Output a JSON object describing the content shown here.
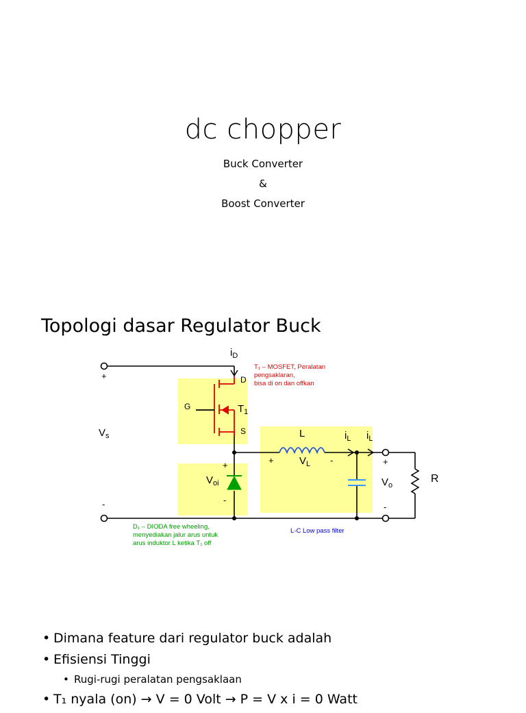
{
  "slide1": {
    "title": "dc chopper",
    "subtitle_lines": [
      "Buck Converter",
      "&",
      "Boost Converter"
    ]
  },
  "slide2": {
    "title": "Topologi dasar Regulator Buck",
    "diagram": {
      "label_iD": "i",
      "label_iD_sub": "D",
      "label_plus_in": "+",
      "label_minus_in": "-",
      "label_Vs": "V",
      "label_Vs_sub": "s",
      "label_D": "D",
      "label_G": "G",
      "label_S": "S",
      "label_T1": "T",
      "label_T1_sub": "1",
      "note_mosfet_1": "T₁ – MOSFET, Peralatan",
      "note_mosfet_2": "pengsaklaran,",
      "note_mosfet_3": "bisa di on dan offkan",
      "label_L": "L",
      "label_iL1": "i",
      "label_iL2": "i",
      "label_iL_sub": "L",
      "label_VL": "V",
      "label_VL_sub": "L",
      "label_VL_plus": "+",
      "label_VL_minus": "-",
      "label_Voi": "V",
      "label_Voi_sub": "oi",
      "label_Voi_plus": "+",
      "label_Voi_minus": "-",
      "label_Vo": "V",
      "label_Vo_sub": "o",
      "label_Vo_plus": "+",
      "label_Vo_minus": "-",
      "label_R": "R",
      "note_diode_1": "D₁ – DIODA free wheeling,",
      "note_diode_2": "menyediakan jalur arus untuk",
      "note_diode_3": "arus induktor L ketika T₁ off",
      "note_filter": "L-C Low pass filter",
      "colors": {
        "highlight": "#ffff99",
        "mosfet": "#e00000",
        "diode": "#00a000",
        "inductor": "#2255dd",
        "cap": "#3399ff",
        "note_red": "#e00000",
        "note_green": "#009900",
        "note_blue": "#0000cc"
      }
    },
    "bullets": [
      {
        "text": "Dimana feature dari regulator buck adalah",
        "level": 1
      },
      {
        "text": "Efisiensi Tinggi",
        "level": 1
      },
      {
        "text": "Rugi-rugi peralatan pengsaklaan",
        "level": 2
      },
      {
        "text": "T₁ nyala (on) → V",
        "level": 1
      }
    ],
    "bullet_cut_suffix": "= 0 Volt → P      = V   x i  = 0 Watt"
  }
}
